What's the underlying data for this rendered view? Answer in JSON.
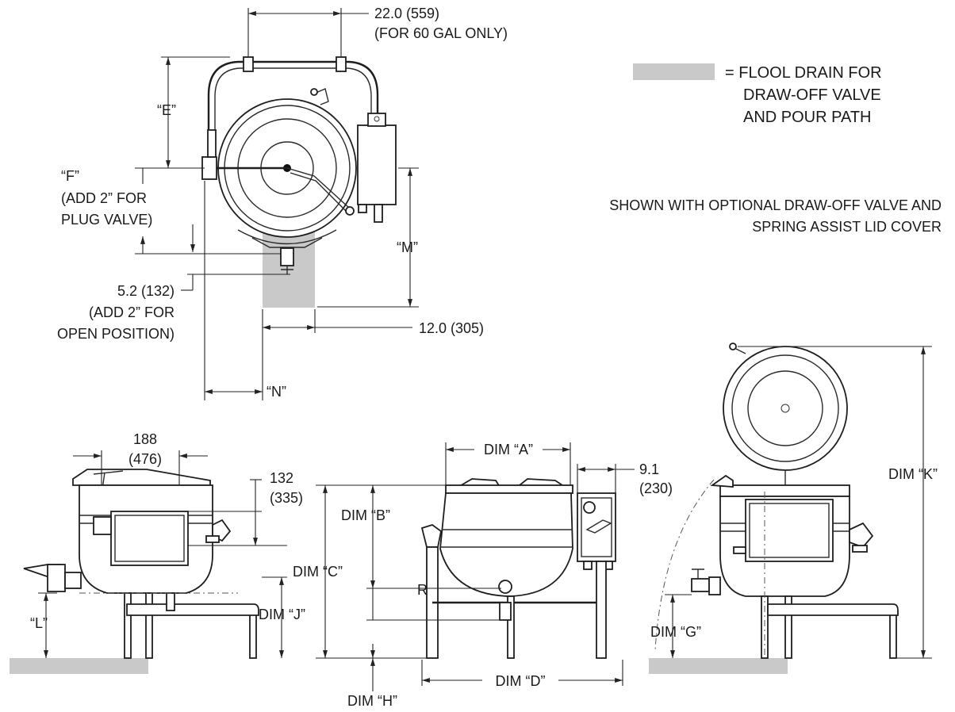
{
  "legend": {
    "swatch_color": "#c9c9c9",
    "line1": "= FLOOL DRAIN FOR",
    "line2": "DRAW-OFF VALVE",
    "line3": "AND POUR PATH"
  },
  "note": {
    "line1": "SHOWN WITH OPTIONAL DRAW-OFF VALVE AND",
    "line2": "SPRING ASSIST LID COVER"
  },
  "top_view": {
    "width_dim": "22.0 (559)",
    "width_note": "(FOR 60 GAL ONLY)",
    "dim_e": "“E”",
    "dim_f": "“F”",
    "dim_f_note1": "(ADD 2” FOR",
    "dim_f_note2": "PLUG VALVE)",
    "dim_m": "“M”",
    "valve_dim": "5.2 (132)",
    "valve_note1": "(ADD 2” FOR",
    "valve_note2": "OPEN POSITION)",
    "drain_width": "12.0 (305)",
    "dim_n": "“N”"
  },
  "left_view": {
    "top_dim1": "188",
    "top_dim2": "(476)",
    "side_dim1": "132",
    "side_dim2": "(335)",
    "dim_c": "DIM “C”",
    "dim_j": "DIM “J”",
    "dim_l": "“L”"
  },
  "front_view": {
    "dim_a": "DIM “A”",
    "dim_b": "DIM “B”",
    "side_dim1": "9.1",
    "side_dim2": "(230)",
    "label_r": "R",
    "dim_d": "DIM “D”",
    "dim_h": "DIM “H”"
  },
  "right_view": {
    "dim_k": "DIM “K”",
    "dim_g": "DIM “G”"
  }
}
